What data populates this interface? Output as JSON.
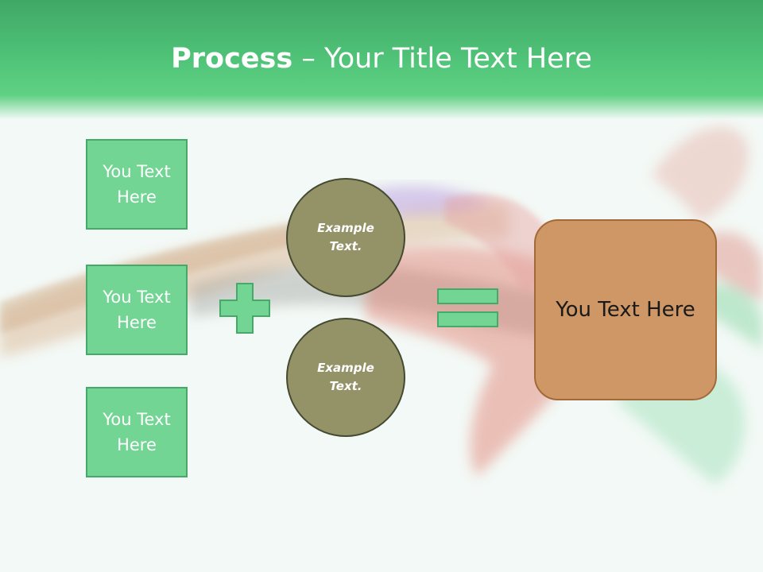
{
  "title": {
    "bold": "Process",
    "rest": " – Your Title Text Here"
  },
  "left_boxes": [
    {
      "label": "You Text\nHere"
    },
    {
      "label": "You Text\nHere"
    },
    {
      "label": "You Text\nHere"
    }
  ],
  "circles": [
    {
      "label": "Example\nText."
    },
    {
      "label": "Example\nText."
    }
  ],
  "result": {
    "label": "You Text Here"
  },
  "colors": {
    "header_green": "#52c67a",
    "box_green": "#72d594",
    "circle_olive": "#949267",
    "result_orange": "#cf9765"
  },
  "icons": {
    "operator_1": "plus-icon",
    "operator_2": "equals-icon"
  }
}
